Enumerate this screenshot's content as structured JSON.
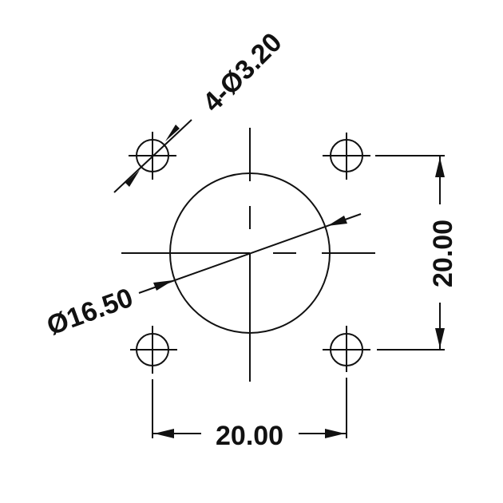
{
  "drawing": {
    "type": "mounting flange hole pattern",
    "line_color": "#111111",
    "background": "#ffffff",
    "main_hole": {
      "label": "Ø16.50",
      "diameter": 16.5
    },
    "mounting_holes": {
      "label": "4-Ø3.20",
      "count": 4,
      "diameter": 3.2
    },
    "dimensions": {
      "horizontal": {
        "label": "20.00",
        "value": 20.0
      },
      "vertical": {
        "label": "20.00",
        "value": 20.0
      }
    }
  }
}
